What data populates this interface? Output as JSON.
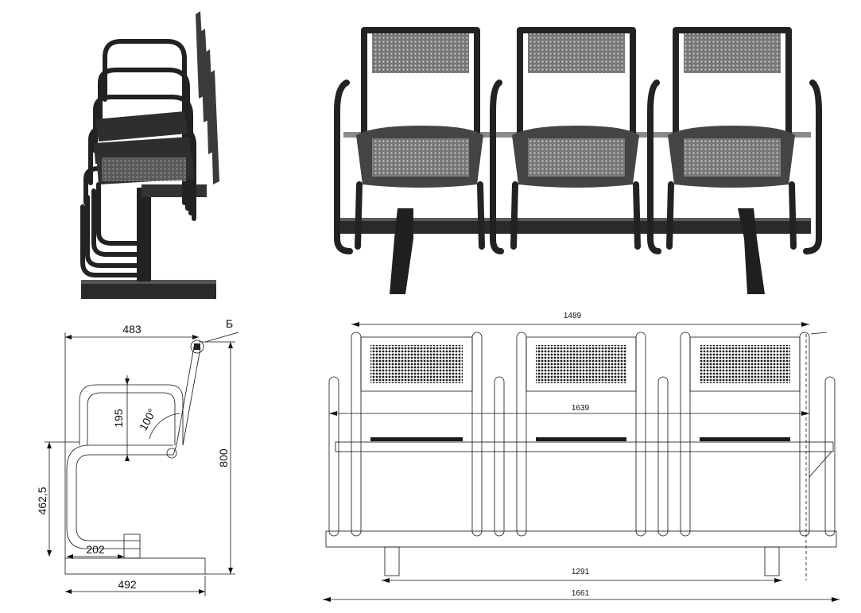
{
  "drawing": {
    "side_dims": {
      "top_width": "483",
      "detail_label": "Б",
      "armrest_height": "195",
      "back_angle": "100°",
      "overall_height": "800",
      "seat_height": "462,5",
      "base_offset": "202",
      "base_width": "492"
    },
    "front_dims": {
      "seat_span": "1489",
      "arm_span": "1639",
      "leg_span": "1291",
      "overall_length": "1661"
    }
  },
  "colors": {
    "line": "#111111",
    "tube_light": "#9a9a9a",
    "tube_dark": "#2b2b2b",
    "panel_light": "#555555",
    "perforation": "#1a1a1a"
  }
}
